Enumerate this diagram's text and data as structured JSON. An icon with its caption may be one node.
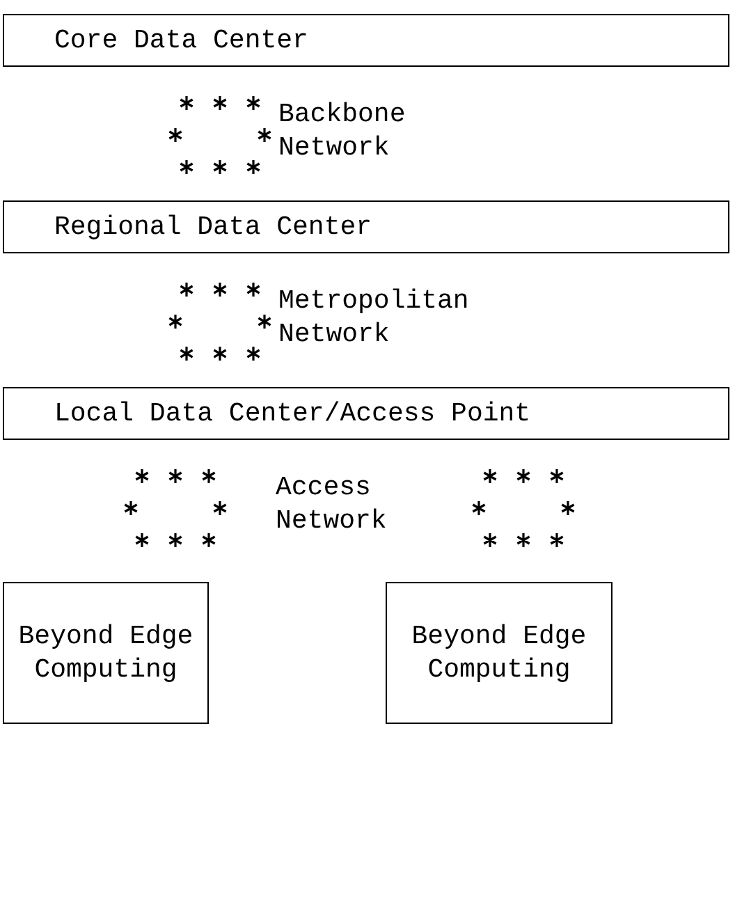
{
  "diagram": {
    "nodes": [
      {
        "text": [
          "Core Data Center"
        ]
      },
      {
        "text": [],
        "shape": "cloud",
        "beside": [
          "Backbone Network"
        ]
      },
      {
        "text": [
          "Regional Data Center"
        ]
      },
      {
        "text": [],
        "shape": "cloud",
        "beside": [
          "Metropolitan Network"
        ]
      },
      {
        "text": [
          "Local Data Center/Access Point"
        ]
      },
      {
        "text": [],
        "shape": "cloud",
        "beside": [
          "Access Network"
        ]
      },
      {
        "text": [],
        "shape": "cloud"
      },
      {
        "text": [
          "Beyond Edge Computing"
        ]
      },
      {
        "text": [
          "Beyond Edge Computing"
        ]
      }
    ]
  }
}
